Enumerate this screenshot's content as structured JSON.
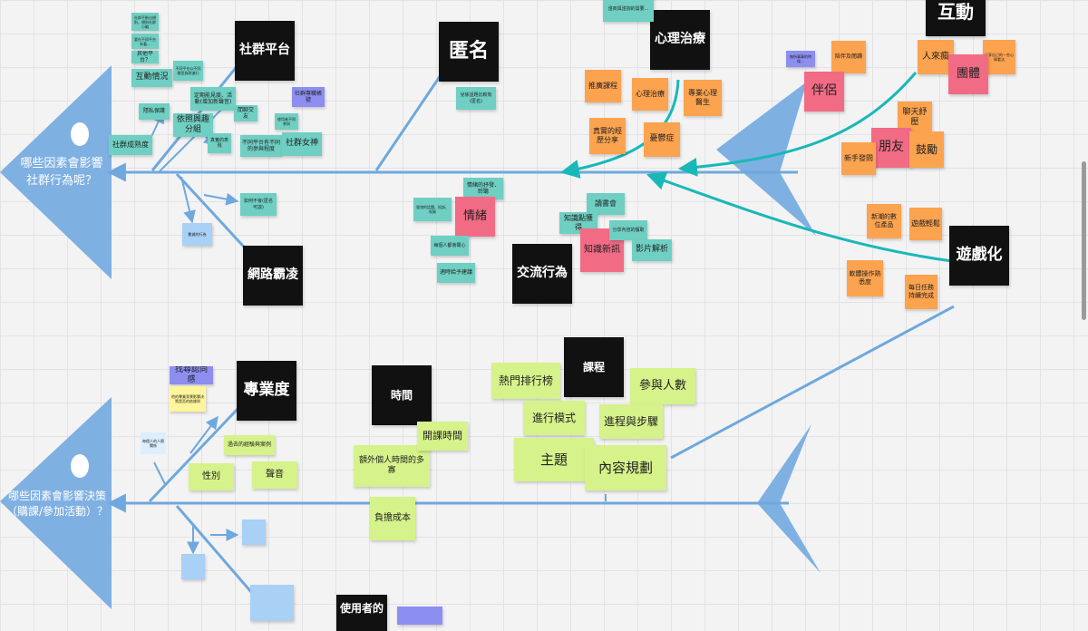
{
  "fish1": {
    "head": "哪些因素會影響社群行為呢？",
    "categories": {
      "social_platform": "社群平台",
      "anonymous": "匿名",
      "therapy": "心理治療",
      "interaction": "互動",
      "gamification": "遊戲化",
      "exchange": "交流行為",
      "cyberbully": "網路霸凌"
    },
    "notes": {
      "community_rules": "社群不斷出規則，規則社群小編",
      "platform_diff": "要在不同平台有著...",
      "others_platform": "其他平台？",
      "interaction_status": "互動情況",
      "group_activity": "不同平台以不同類型族群進行",
      "gaze_recognition": "更新成員眾人頁面",
      "platform_activity": "定期能見度、活動(增加新聲音)",
      "privacy": "隱私保護",
      "casual_chat": "閒聊交友",
      "interest_group": "依照興趣分組",
      "dedicated_account": "社群專職帳號",
      "sensitive_help": "使用者不同參與",
      "platform_rules": "真實的表現",
      "different_platform": "不同平台有不同的參與程度",
      "community_goddess": "社群女神",
      "familiarity": "社群成熟度",
      "bullying_help": "如何不會(匿名可談)",
      "ad_counter": "數據的行為",
      "anon_protect": "兒係話題比較有(匿名)",
      "therapy_top": "諮商與諮詢的需要...",
      "promote_course": "推廣課程",
      "psychotherapy": "心理治療",
      "professional_doctor": "專業心理醫生",
      "real_experience": "真實的經歷分享",
      "depression": "憂鬱症",
      "rarely_post": "無所事事的時候...",
      "companion_help": "陪伴及閱讀",
      "personal_help": "分享自己的一些心情看法",
      "partner": "伴侶",
      "people_come": "人來瘋",
      "group": "團體",
      "chat_pressure": "聊天紓壓",
      "friend": "朋友",
      "encourage": "鼓勵",
      "new_hand": "新手發問",
      "new_products": "新潮的數位產品",
      "game_easy": "遊戲輕鬆",
      "operation_familiarity": "軟體操作熟悉度",
      "daily_task": "每日任務持續完成",
      "emotion": "情緒",
      "emotion_release": "情緒的抒發、聆聽",
      "share_feelings": "發洩的話題、投訴、祝賀",
      "daily_news": "每個人都會關心",
      "suggestions": "適時給予建議",
      "book_club": "讀書會",
      "knowledge": "知識點獲得",
      "new_knowledge": "知識新訊",
      "share_info": "分享內容的獲取",
      "video_analysis": "影片解析"
    }
  },
  "fish2": {
    "head": "哪些因素會影響決策（購課/參加活動）？",
    "categories": {
      "professionalism": "專業度",
      "time": "時間",
      "course": "課程",
      "usage": "使用者的"
    },
    "notes": {
      "seek_recognition": "找尋認同感",
      "recognition_detail": "他的專業背景影響決策是否的依據與",
      "past_experience": "過去的經驗與案例",
      "gender": "性別",
      "voice": "聲音",
      "side_note": "每個人的人際關係",
      "extra_time": "額外個人時間的多寡",
      "class_time": "開課時間",
      "burden_cost": "負擔成本",
      "hot_ranking": "熱門排行榜",
      "participants": "參與人數",
      "progress_mode": "進行模式",
      "progress_steps": "進程與步驟",
      "topic": "主題",
      "content_plan": "內容規劃"
    }
  }
}
